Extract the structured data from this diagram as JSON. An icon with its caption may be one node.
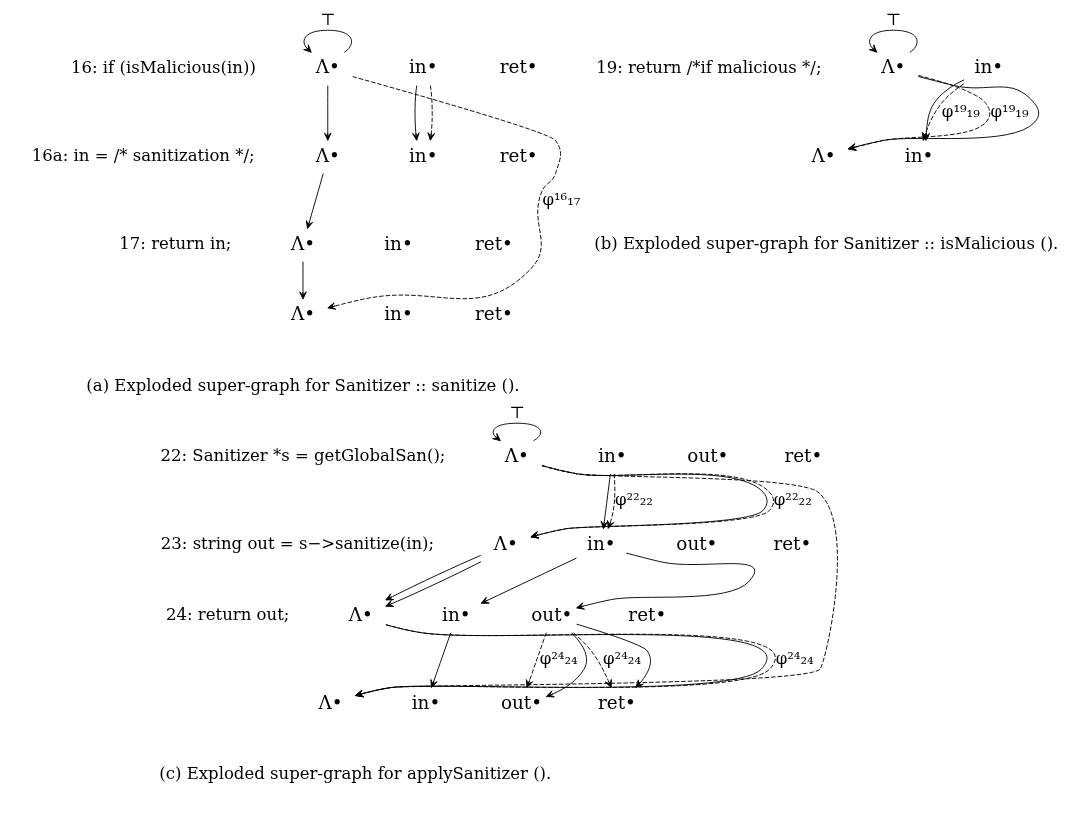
{
  "diagram": {
    "nodes": [
      {
        "text": [
          "Λ•"
        ]
      },
      {
        "text": [
          "in•"
        ]
      },
      {
        "text": [
          "ret•"
        ]
      },
      {
        "text": [
          "Λ•"
        ]
      },
      {
        "text": [
          "in•"
        ]
      },
      {
        "text": [
          "ret•"
        ]
      },
      {
        "text": [
          "Λ•"
        ]
      },
      {
        "text": [
          "in•"
        ]
      },
      {
        "text": [
          "ret•"
        ]
      },
      {
        "text": [
          "Λ•"
        ]
      },
      {
        "text": [
          "in•"
        ]
      },
      {
        "text": [
          "ret•"
        ]
      },
      {
        "text": [
          "Λ•"
        ]
      },
      {
        "text": [
          "in•"
        ]
      },
      {
        "text": [
          "Λ•"
        ]
      },
      {
        "text": [
          "in•"
        ]
      },
      {
        "text": [
          "Λ•"
        ]
      },
      {
        "text": [
          "in•"
        ]
      },
      {
        "text": [
          "out•"
        ]
      },
      {
        "text": [
          "ret•"
        ]
      },
      {
        "text": [
          "Λ•"
        ]
      },
      {
        "text": [
          "in•"
        ]
      },
      {
        "text": [
          "out•"
        ]
      },
      {
        "text": [
          "ret•"
        ]
      },
      {
        "text": [
          "Λ•"
        ]
      },
      {
        "text": [
          "in•"
        ]
      },
      {
        "text": [
          "out•"
        ]
      },
      {
        "text": [
          "ret•"
        ]
      },
      {
        "text": [
          "Λ•"
        ]
      },
      {
        "text": [
          "in•"
        ]
      },
      {
        "text": [
          "out•"
        ]
      },
      {
        "text": [
          "ret•"
        ]
      }
    ],
    "edges": [
      {
        "from": 0,
        "to": 0,
        "arrow": "to",
        "label": "⊤"
      },
      {
        "from": 0,
        "to": 3,
        "arrow": "to"
      },
      {
        "from": 1,
        "to": 4,
        "arrow": "to"
      },
      {
        "from": 1,
        "to": 4,
        "arrow": "to",
        "style": "dashed"
      },
      {
        "from": 3,
        "to": 6,
        "arrow": "to"
      },
      {
        "from": 0,
        "to": 9,
        "arrow": "to",
        "style": "dashed",
        "label": "φ¹⁶₁₇"
      },
      {
        "from": 6,
        "to": 9,
        "arrow": "to"
      },
      {
        "from": 12,
        "to": 12,
        "arrow": "to",
        "label": "⊤"
      },
      {
        "from": 12,
        "to": 14,
        "arrow": "to",
        "style": "dashed",
        "label": "φ¹⁹₁₉"
      },
      {
        "from": 12,
        "to": 14,
        "arrow": "to"
      },
      {
        "from": 13,
        "to": 15,
        "arrow": "to"
      },
      {
        "from": 13,
        "to": 15,
        "arrow": "to",
        "style": "dashed",
        "label": "φ¹⁹₁₉"
      },
      {
        "from": 16,
        "to": 16,
        "arrow": "to",
        "label": "⊤"
      },
      {
        "from": 16,
        "to": 20,
        "arrow": "to"
      },
      {
        "from": 16,
        "to": 20,
        "arrow": "to",
        "style": "dashed",
        "label": "φ²²₂₂"
      },
      {
        "from": 17,
        "to": 21,
        "arrow": "to"
      },
      {
        "from": 17,
        "to": 21,
        "arrow": "to",
        "style": "dashed",
        "label": "φ²²₂₂"
      },
      {
        "from": 16,
        "to": 28,
        "arrow": "to",
        "style": "dashed"
      },
      {
        "from": 20,
        "to": 24,
        "arrow": "to"
      },
      {
        "from": 20,
        "to": 24,
        "arrow": "to"
      },
      {
        "from": 21,
        "to": 25,
        "arrow": "to"
      },
      {
        "from": 21,
        "to": 26,
        "arrow": "to"
      },
      {
        "from": 26,
        "to": 31,
        "arrow": "to",
        "style": "dashed",
        "label": "φ²⁴₂₄"
      },
      {
        "from": 24,
        "to": 28,
        "arrow": "to"
      },
      {
        "from": 24,
        "to": 28,
        "arrow": "to",
        "style": "dashed",
        "label": "φ²⁴₂₄"
      },
      {
        "from": 25,
        "to": 29,
        "arrow": "to"
      },
      {
        "from": 26,
        "to": 30,
        "arrow": "to",
        "style": "dashed",
        "label": "φ²⁴₂₄"
      },
      {
        "from": 26,
        "to": 30,
        "arrow": "to"
      },
      {
        "from": 26,
        "to": 31,
        "arrow": "to"
      }
    ],
    "labels": [
      "16: if (isMalicious(in))",
      "16a: in = /* sanitization */;",
      "17: return in;",
      "19: return /*if malicious */;",
      "(b) Exploded super-graph for Sanitizer :: isMalicious ().",
      "(a) Exploded super-graph for Sanitizer :: sanitize ().",
      "22: Sanitizer *s = getGlobalSan();",
      "23: string out = s−>sanitize(in);",
      "24: return out;",
      "(c) Exploded super-graph for applySanitizer ()."
    ]
  }
}
